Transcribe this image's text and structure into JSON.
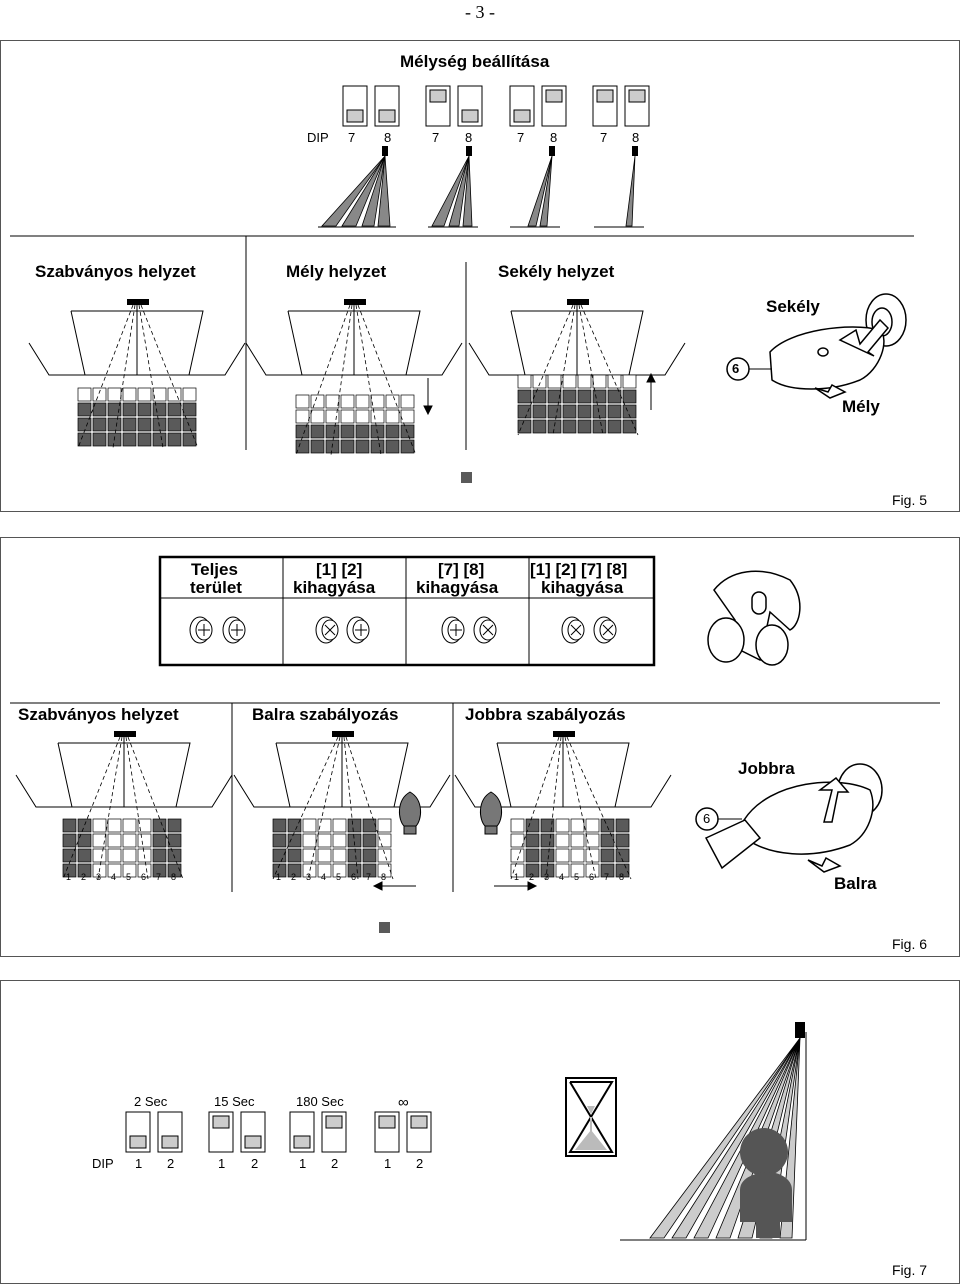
{
  "page_number": "- 3 -",
  "fig5": {
    "title": "Mélység beállítása",
    "dip_label": "DIP",
    "dip_pairs": [
      [
        "7",
        "8"
      ],
      [
        "7",
        "8"
      ],
      [
        "7",
        "8"
      ],
      [
        "7",
        "8"
      ]
    ],
    "positions": [
      "Szabványos helyzet",
      "Mély helyzet",
      "Sekély helyzet"
    ],
    "key_number": "6",
    "shallow": "Sekély",
    "deep": "Mély",
    "caption": "Fig. 5"
  },
  "fig6": {
    "table_headers": [
      [
        "Teljes",
        "terület"
      ],
      [
        "[1] [2]",
        "kihagyása"
      ],
      [
        "[7] [8]",
        "kihagyása"
      ],
      [
        "[1] [2] [7] [8]",
        "kihagyása"
      ]
    ],
    "positions": [
      "Szabványos helyzet",
      "Balra szabályozás",
      "Jobbra szabályozás"
    ],
    "column_numbers": [
      "1",
      "2",
      "3",
      "4",
      "5",
      "6",
      "7",
      "8"
    ],
    "key_number": "6",
    "right": "Jobbra",
    "left": "Balra",
    "caption": "Fig. 6"
  },
  "fig7": {
    "dip_label": "DIP",
    "times": [
      "2 Sec",
      "15 Sec",
      "180 Sec",
      "∞"
    ],
    "dip_numbers": [
      "1",
      "2"
    ],
    "caption": "Fig. 7"
  },
  "colors": {
    "dark_cell": "#5a5a5a",
    "frame": "#555555"
  }
}
